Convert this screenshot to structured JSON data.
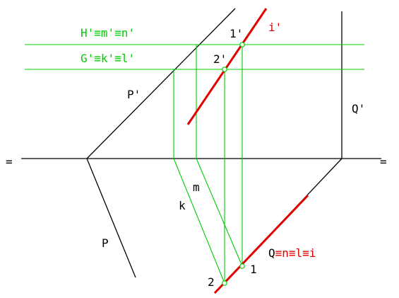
{
  "labels": {
    "h_line": "H'≡m'≡n'",
    "g_line": "G'≡k'≡l'",
    "p_prime": "P'",
    "q_prime": "Q'",
    "p": "P",
    "i_prime": "i'",
    "one_prime": "1'",
    "two_prime": "2'",
    "m": "m",
    "k": "k",
    "one": "1",
    "two": "2",
    "q_prefix": "Q",
    "q_suffix": "≡n≡l≡i",
    "axis_left": "=",
    "axis_right": "="
  },
  "colors": {
    "construction": "#00cc00",
    "highlight": "#e00000",
    "ink": "#000000"
  }
}
